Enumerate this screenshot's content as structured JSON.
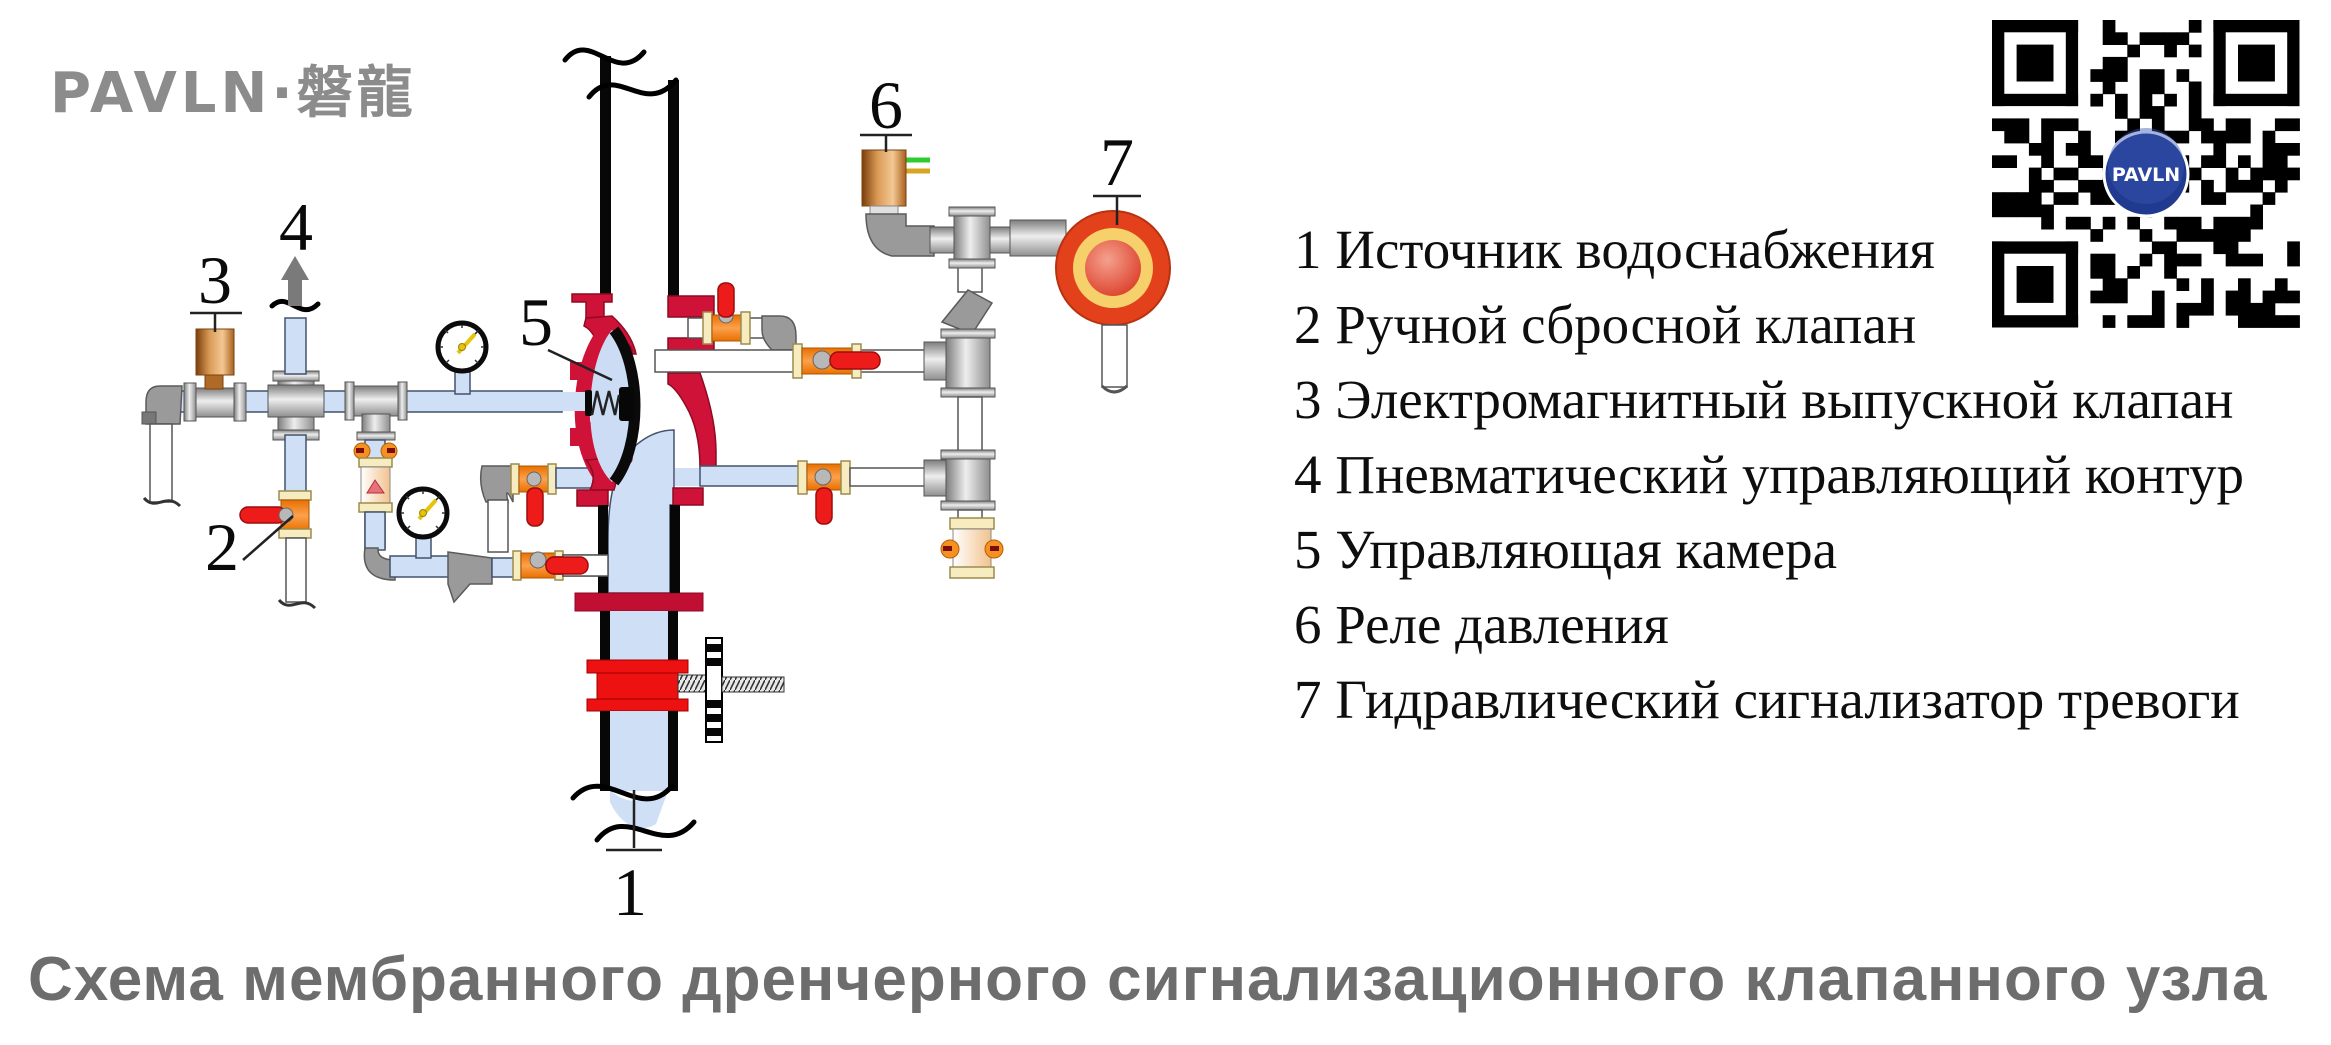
{
  "logo": {
    "text": "PAVLN·磐龍"
  },
  "legend": {
    "items": [
      "1 Источник водоснабжения",
      "2 Ручной сбросной клапан",
      "3 Электромагнитный выпускной клапан",
      "4 Пневматический управляющий контур",
      "5 Управляющая камера",
      "6 Реле давления",
      "7 Гидравлический сигнализатор тревоги"
    ]
  },
  "title": {
    "text": "Схема мембранного дренчерного сигнализационного клапанного узла"
  },
  "diagram": {
    "callouts": [
      "1",
      "2",
      "3",
      "4",
      "5",
      "6",
      "7"
    ]
  },
  "qr": {
    "center_label": "PAVLN"
  },
  "colors": {
    "crimson": "#cf1237",
    "pipe-blue": "#cfe0f6",
    "valve-orange": "#f5830e",
    "handle-red": "#ee1b1b",
    "title-gray": "#6d6d6d",
    "logo-gray": "#8c8c8c",
    "qr-blue": "#1f3a8f",
    "gong-red": "#e2411c",
    "gong-yellow": "#f6d16b",
    "cream": "#f7ecc0"
  }
}
